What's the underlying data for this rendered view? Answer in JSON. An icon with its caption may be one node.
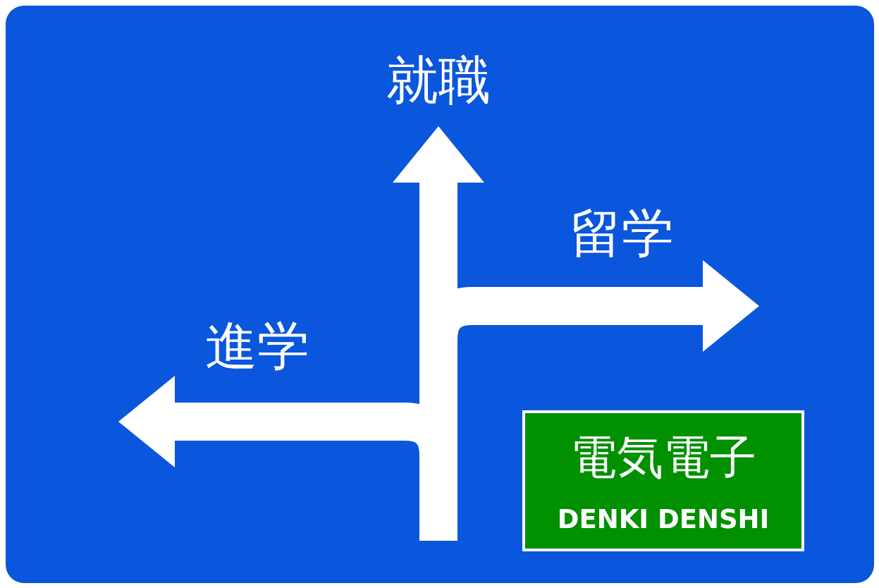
{
  "diagram": {
    "nodes": [
      {
        "text": [
          "就職"
        ]
      },
      {
        "text": [
          "留学"
        ]
      },
      {
        "text": [
          "進学"
        ]
      },
      {
        "text": [
          "電気電子",
          "DENKI DENSHI"
        ]
      }
    ],
    "edges": [
      {
        "from": null,
        "to": 0,
        "arrow": "to"
      },
      {
        "from": null,
        "to": 1,
        "arrow": "to"
      },
      {
        "from": null,
        "to": 2,
        "arrow": "to"
      }
    ]
  }
}
